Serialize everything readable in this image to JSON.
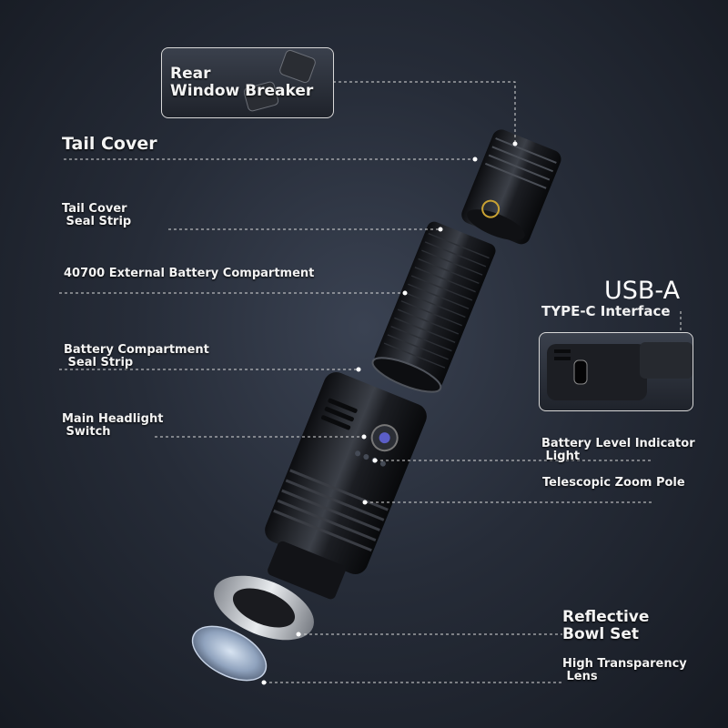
{
  "labels": {
    "rear_window_breaker": "Rear\nWindow Breaker",
    "tail_cover": "Tail Cover",
    "tail_cover_seal_strip": "Tail Cover\n Seal Strip",
    "battery_compartment_40700": "40700 External Battery Compartment",
    "usb_a": "USB-A",
    "type_c_interface": "TYPE-C Interface",
    "battery_compartment_seal_strip": "Battery Compartment\n Seal Strip",
    "main_headlight_switch": "Main Headlight\n Switch",
    "battery_level_indicator_light": "Battery Level Indicator\n Light",
    "telescopic_zoom_pole": "Telescopic Zoom Pole",
    "reflective_bowl_set": "Reflective\nBowl Set",
    "high_transparency_lens": "High Transparency\n Lens"
  },
  "colors": {
    "background": "#262c38",
    "body_metal": "#1b1d22",
    "text": "#f4f4f4",
    "leader_line": "#d9d9d9"
  }
}
